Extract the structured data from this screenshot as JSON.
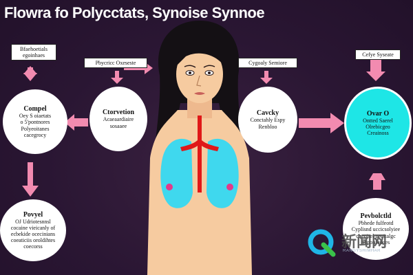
{
  "title": "Flowra fo Polycctats, Synoise Synnoe",
  "tags": {
    "top_left": [
      "Bfaehoetials",
      "egoinhaes"
    ],
    "mid_left": "Pbycricc Oxeseste",
    "mid_right": "Cygoaly Semiore",
    "top_right": "Cefye Syseate"
  },
  "circles": {
    "left": {
      "heading": "Compel",
      "lines": [
        "Oey S oiaetats",
        "o 5'pontnores",
        "Polyeoitanes",
        "cacegrocy"
      ]
    },
    "center_left": {
      "heading": "Ctorvetion",
      "lines": [
        "Acaeaardiaire",
        "sosaaee"
      ]
    },
    "center_right": {
      "heading": "Cavcky",
      "lines": [
        "Conctahly Espy",
        "Renbloo"
      ]
    },
    "right": {
      "heading": "Ovar O",
      "lines": [
        "Ontted Saerel",
        "Olrebicgeo",
        "Creainoss"
      ]
    },
    "bottom_left": {
      "heading": "Povyel",
      "lines": [
        "OJ Udriotesnnsl",
        "cocaine vieicanly of",
        "ecbekide ocecinians",
        "coeaticiis oroldihtes",
        "coecorss"
      ]
    },
    "bottom_right": {
      "heading": "Pevbolctld",
      "lines": [
        "Pbhede fulfeotd",
        "Cyplisnd uccicsolyiee",
        "oueoirel peoitalgc",
        "abnonfenoes"
      ]
    }
  },
  "watermark": {
    "glyphs": "新闻网",
    "caption": "RANGYSHIMHAR"
  },
  "colors": {
    "background": "#2a1633",
    "arrow": "#f28bb0",
    "cyan": "#1ee6e6",
    "skin": "#f6cba0",
    "lung": "#3fd8ee",
    "artery": "#e01818",
    "hair": "#141014"
  }
}
